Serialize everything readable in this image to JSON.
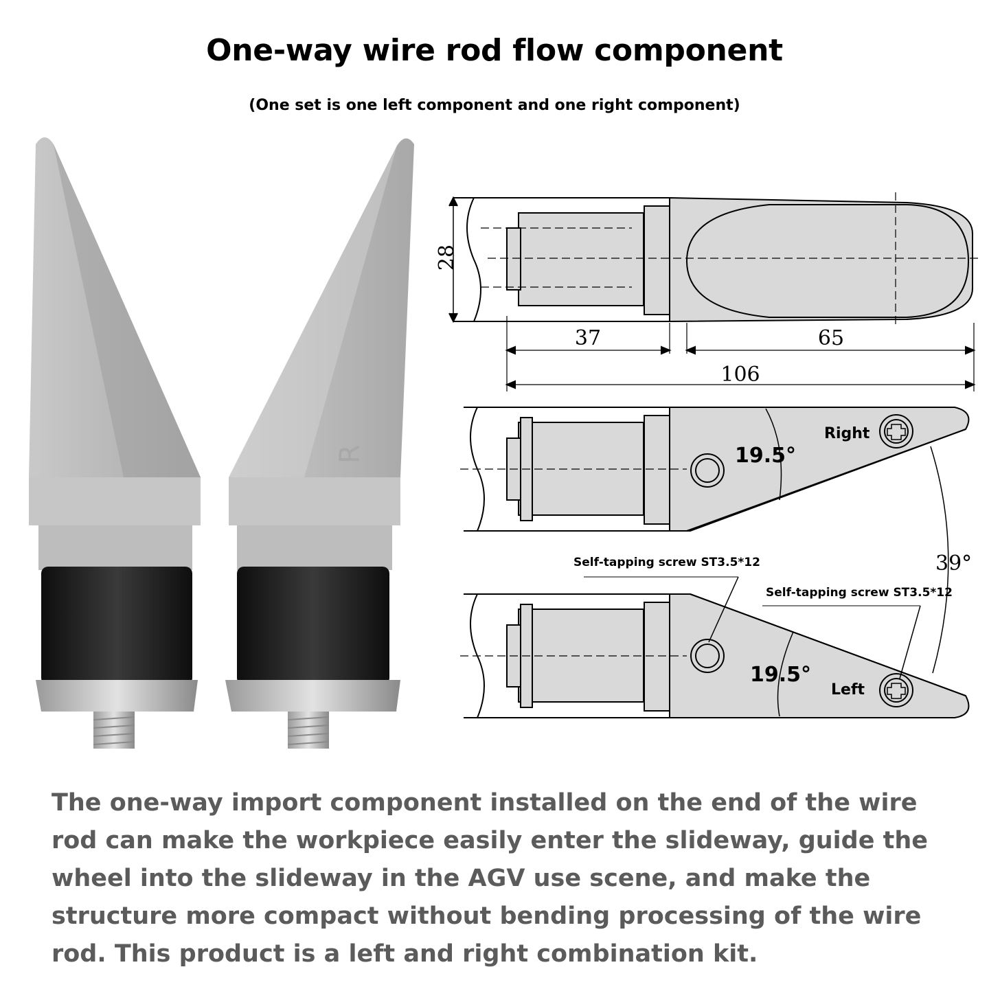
{
  "header": {
    "title": "One-way wire rod flow component",
    "subtitle": "(One set is one left component and one right component)"
  },
  "drawing": {
    "dim_height": "28",
    "dim_body": "37",
    "dim_head": "65",
    "dim_total": "106",
    "angle_right": "19.5°",
    "angle_left": "19.5°",
    "angle_total": "39°",
    "label_right": "Right",
    "label_left": "Left",
    "screw_label_1": "Self-tapping screw ST3.5*12",
    "screw_label_2": "Self-tapping screw ST3.5*12"
  },
  "description": "The one-way import component installed on the end of the wire rod can make the workpiece easily enter the slideway, guide the wheel into the slideway in the AGV use scene, and make the structure more compact without bending processing of the wire rod. This product is a left and right combination kit.",
  "colors": {
    "plastic_grey": "#b9b9b9",
    "rubber_black": "#1c1c1c",
    "metal": "#c8c8c8",
    "text_grey": "#5b5b5b"
  }
}
